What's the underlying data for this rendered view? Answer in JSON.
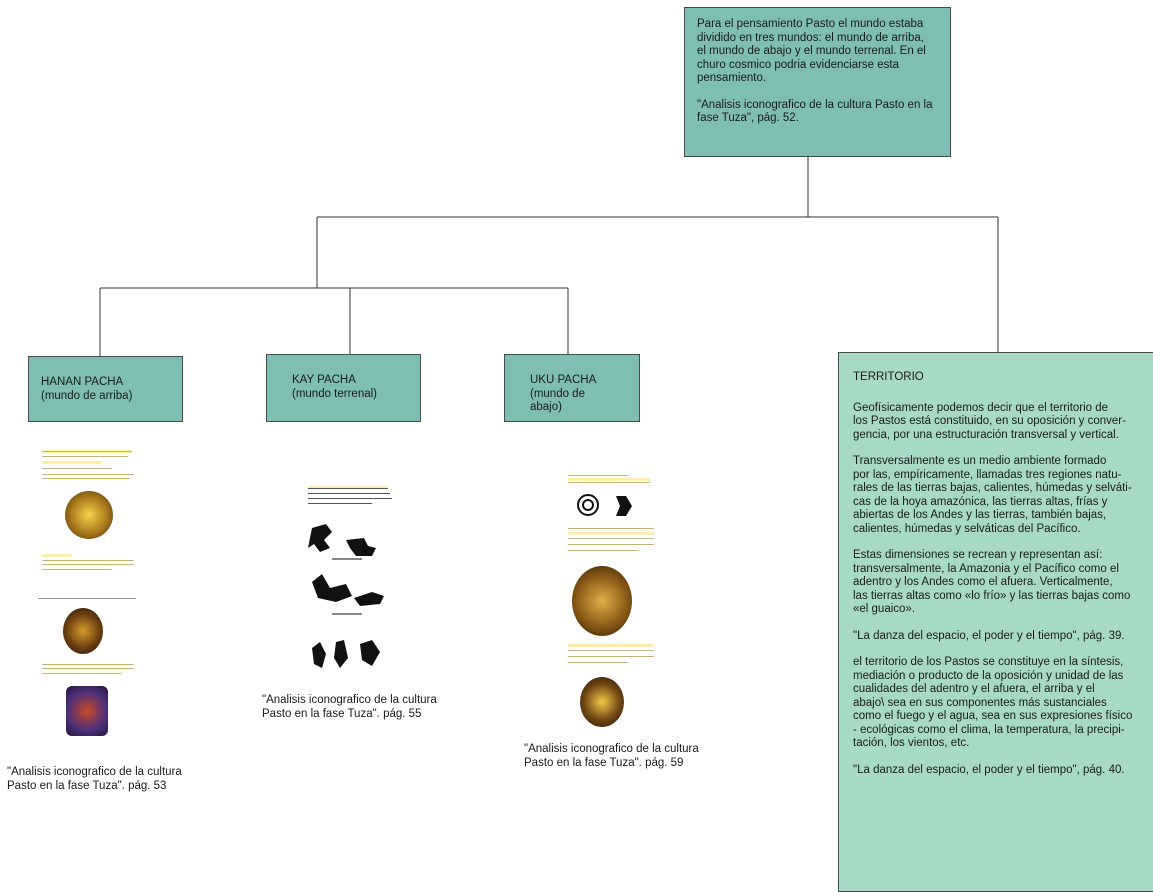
{
  "top_box": {
    "text": "Para el pensamiento Pasto el mundo estaba\ndividido en tres mundos: el mundo de arriba,\nel mundo de abajo y el mundo terrenal. En el\nchuro cosmico podria evidenciarse esta\npensamiento.",
    "citation": "\"Analisis iconografico de la cultura Pasto en la\nfase Tuza\", pág. 52."
  },
  "nodes": [
    {
      "title": "HANAN PACHA",
      "subtitle": "(mundo de arriba)",
      "citation": "\"Analisis iconografico de la cultura\nPasto en la fase Tuza\". pág. 53"
    },
    {
      "title": "KAY PACHA",
      "subtitle": "(mundo terrenal)",
      "citation": "\"Analisis iconografico de la cultura\nPasto en la fase Tuza\". pág. 55"
    },
    {
      "title": "UKU PACHA",
      "subtitle": "(mundo de abajo)",
      "citation": "\"Analisis iconografico de la cultura\nPasto en la fase Tuza\". pág. 59"
    }
  ],
  "territorio": {
    "title": "TERRITORIO",
    "paragraphs": [
      "Geofísicamente podemos decir que el territorio de\nlos Pastos está constituido, en su oposición y conver-\ngencia, por una estructuración transversal y vertical.",
      "Transversalmente es un medio ambiente formado\npor las, empíricamente, llamadas tres regiones natu-\nrales de las tierras bajas, calientes, húmedas y selváti-\ncas de la hoya amazónica, las tierras altas, frías y\nabiertas de los Andes y las tierras, también bajas,\ncalientes, húmedas y selváticas del Pacífico.",
      "Estas dimensiones se recrean y representan así:\ntransversalmente, la Amazonia y el Pacífico como el\nadentro y los Andes como el afuera. Verticalmente,\nlas tierras altas como «lo frío» y las tierras bajas como\n«el guaico».",
      "\"La danza del espacio, el poder y el tiempo\", pág.  39.",
      "el territorio de los Pastos se constituye en la síntesis,\nmediación o producto de la oposición y unidad de las\ncualidades del adentro y el afuera, el arriba y el\nabajo\\ sea en sus componentes más sustanciales\ncomo el fuego y el agua, sea en sus expresiones físico\n- ecológicas como el clima, la temperatura, la precipi-\ntación, los vientos, etc.",
      "\"La danza del espacio, el poder y el tiempo\", pág.  40."
    ]
  },
  "colors": {
    "node_fill": "#7fbfb3",
    "territorio_fill": "#a7dac5",
    "line": "#333333"
  }
}
